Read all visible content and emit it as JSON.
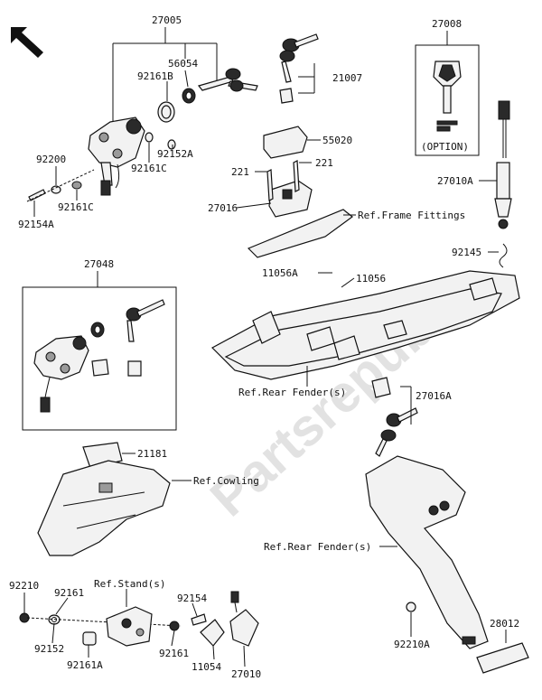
{
  "watermark": "Partsrepublik",
  "option_note": "(OPTION)",
  "labels": {
    "p27005": "27005",
    "p56054": "56054",
    "p92161B": "92161B",
    "p92152A": "92152A",
    "p92161C_a": "92161C",
    "p92200": "92200",
    "p92161C_b": "92161C",
    "p92154A": "92154A",
    "p27048": "27048",
    "p21007": "21007",
    "p55020": "55020",
    "p221_a": "221",
    "p221_b": "221",
    "p27016": "27016",
    "ref_frame": "Ref.Frame Fittings",
    "p11056A": "11056A",
    "p11056": "11056",
    "ref_rear_fender_1": "Ref.Rear Fender(s)",
    "p27016A": "27016A",
    "p27008": "27008",
    "p27010A": "27010A",
    "p92145": "92145",
    "p21181": "21181",
    "ref_cowling": "Ref.Cowling",
    "ref_rear_fender_2": "Ref.Rear Fender(s)",
    "p92210": "92210",
    "p92161_a": "92161",
    "ref_stand": "Ref.Stand(s)",
    "p92154": "92154",
    "p92152": "92152",
    "p92161A": "92161A",
    "p92161_b": "92161",
    "p11054": "11054",
    "p27010": "27010",
    "p92210A": "92210A",
    "p28012": "28012"
  }
}
